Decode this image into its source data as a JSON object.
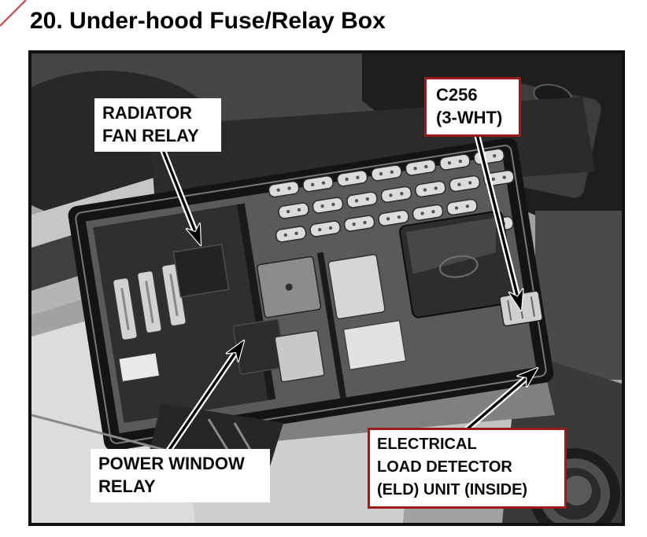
{
  "page": {
    "title": "20. Under-hood Fuse/Relay Box"
  },
  "figure": {
    "description": "Grayscale photograph of the under-hood fuse/relay box in the engine compartment, annotated with arrows",
    "callouts": {
      "radiator_fan_relay": {
        "lines": [
          "RADIATOR",
          "FAN RELAY"
        ],
        "border": "none"
      },
      "c256": {
        "lines": [
          "C256",
          "(3-WHT)"
        ],
        "border": "red"
      },
      "power_window_relay": {
        "lines": [
          "POWER WINDOW",
          "RELAY"
        ],
        "border": "none"
      },
      "eld_unit": {
        "lines": [
          "ELECTRICAL",
          "LOAD DETECTOR",
          "(ELD) UNIT (INSIDE)"
        ],
        "border": "red"
      }
    },
    "colors": {
      "callout_border": "#9b1b1b",
      "photo_frame": "#111111",
      "corner_mark": "#c23b3b"
    }
  }
}
